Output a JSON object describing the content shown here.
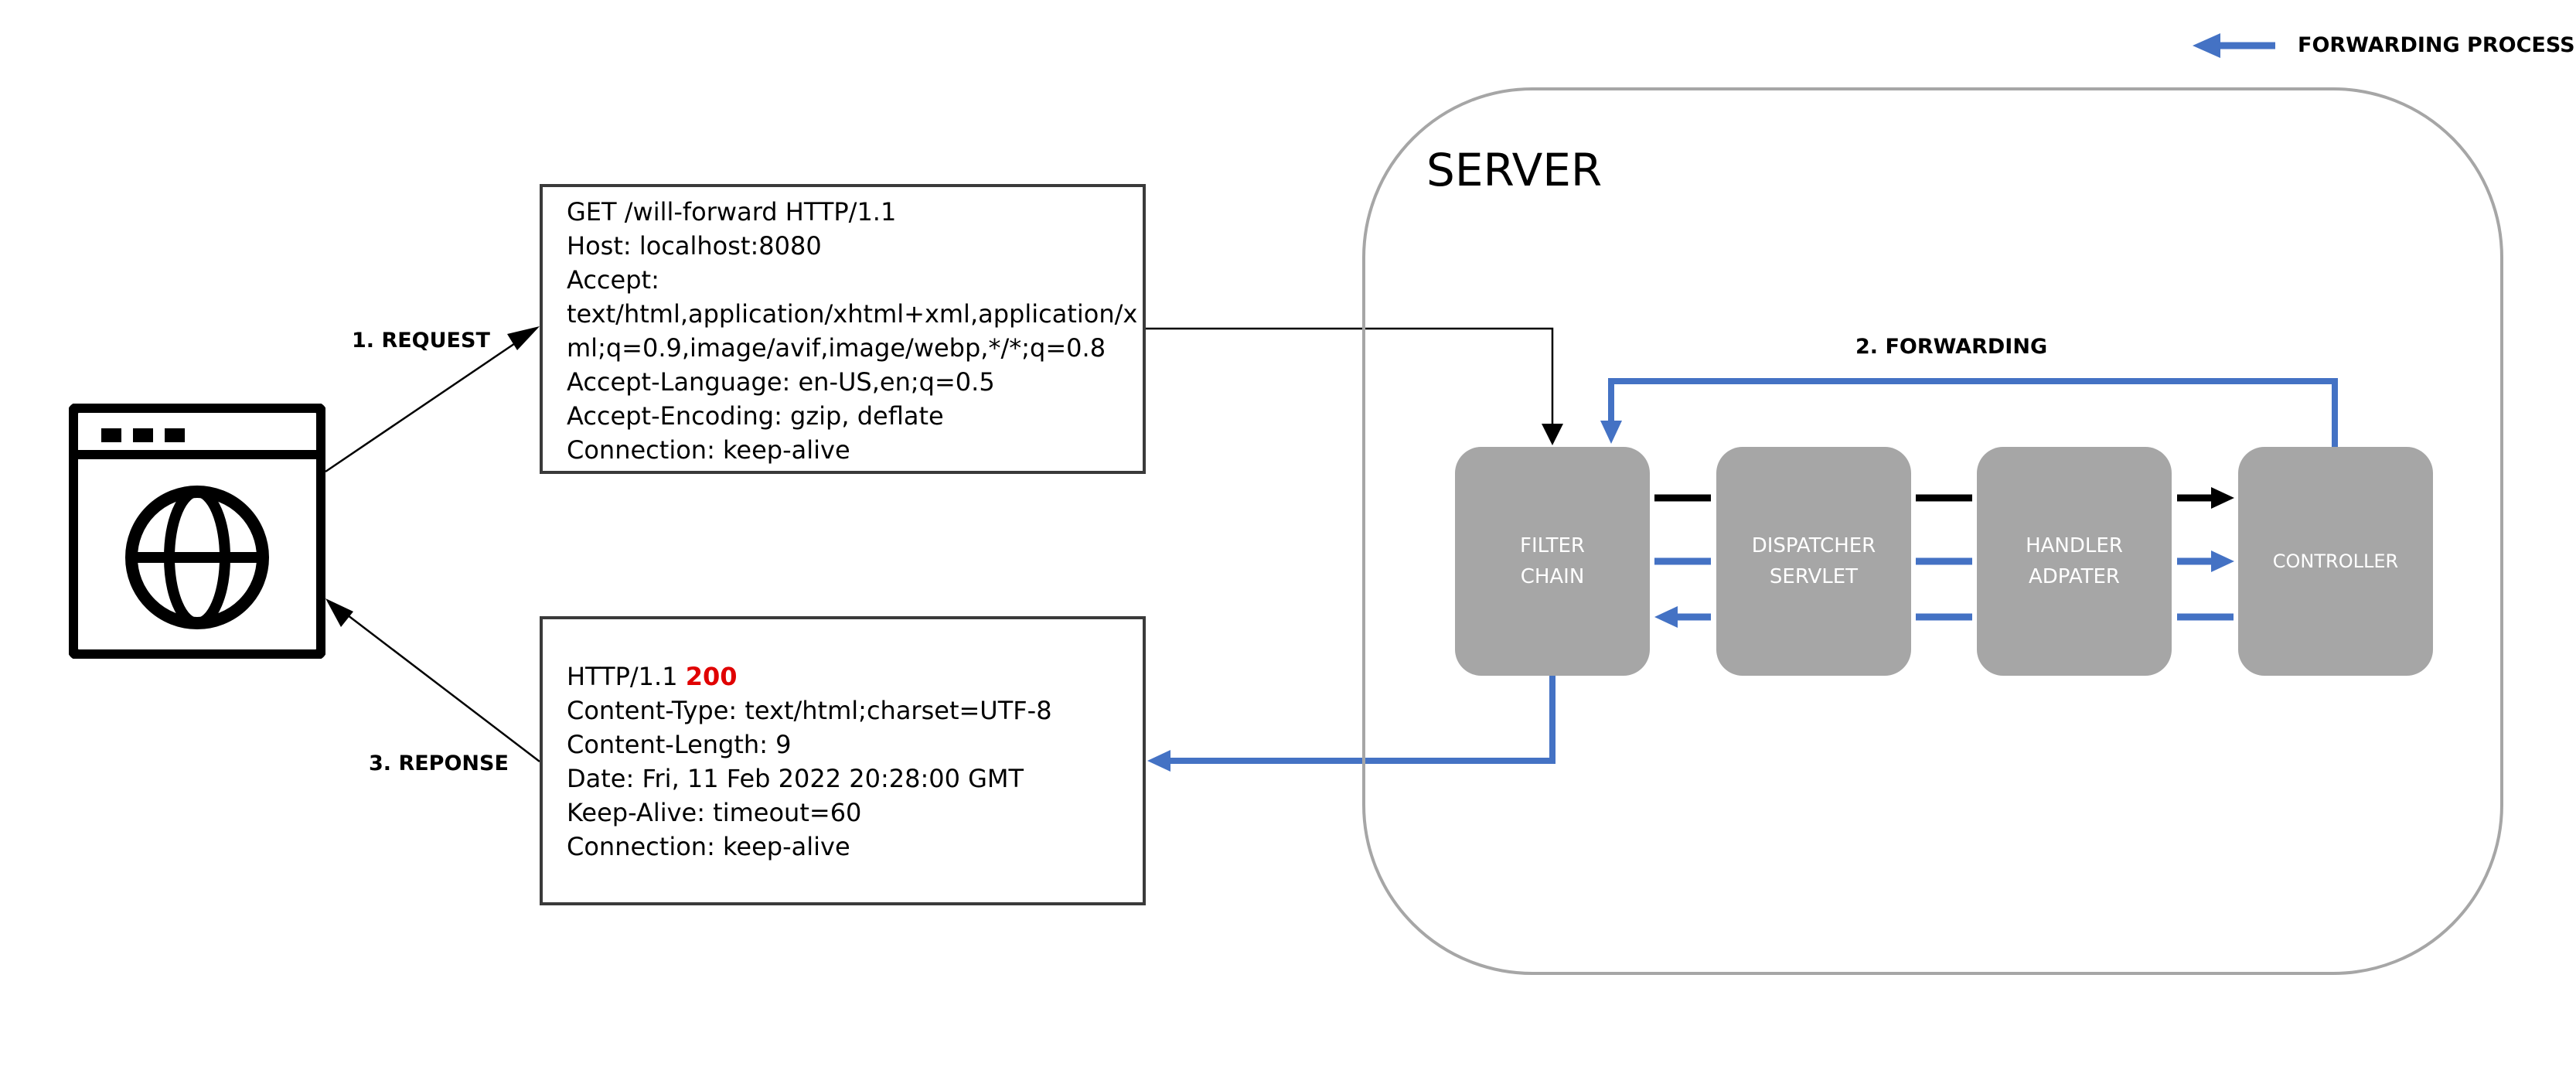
{
  "legend": {
    "label": "FORWARDING PROCESS",
    "color": "#4472c4",
    "icon": "blue-left-arrow-icon"
  },
  "client": {
    "icon": "browser-globe-icon"
  },
  "server": {
    "title": "SERVER"
  },
  "request": {
    "label": "1. REQUEST",
    "lines": [
      "GET /will-forward HTTP/1.1",
      "Host: localhost:8080",
      "Accept:",
      "text/html,application/xhtml+xml,application/x",
      "ml;q=0.9,image/avif,image/webp,*/*;q=0.8",
      "Accept-Language: en-US,en;q=0.5",
      "Accept-Encoding: gzip, deflate",
      "Connection: keep-alive"
    ]
  },
  "forwarding": {
    "label": "2. FORWARDING"
  },
  "response": {
    "label": "3. REPONSE",
    "status_prefix": "HTTP/1.1",
    "status_code": "200",
    "status_color": "#e00000",
    "lines": [
      "Content-Type: text/html;charset=UTF-8",
      "Content-Length: 9",
      "Date: Fri, 11 Feb 2022 20:28:00 GMT",
      "Keep-Alive: timeout=60",
      "Connection: keep-alive"
    ]
  },
  "nodes": {
    "filter_chain": {
      "line1": "FILTER",
      "line2": "CHAIN"
    },
    "dispatcher_servlet": {
      "line1": "DISPATCHER",
      "line2": "SERVLET"
    },
    "handler_adapter": {
      "line1": "HANDLER",
      "line2": "ADPATER"
    },
    "controller": {
      "line1": "CONTROLLER"
    }
  },
  "colors": {
    "node_fill": "#a6a6a6",
    "forward_arrow": "#4472c4",
    "request_arrow": "#000000",
    "server_border": "#a6a6a6"
  }
}
